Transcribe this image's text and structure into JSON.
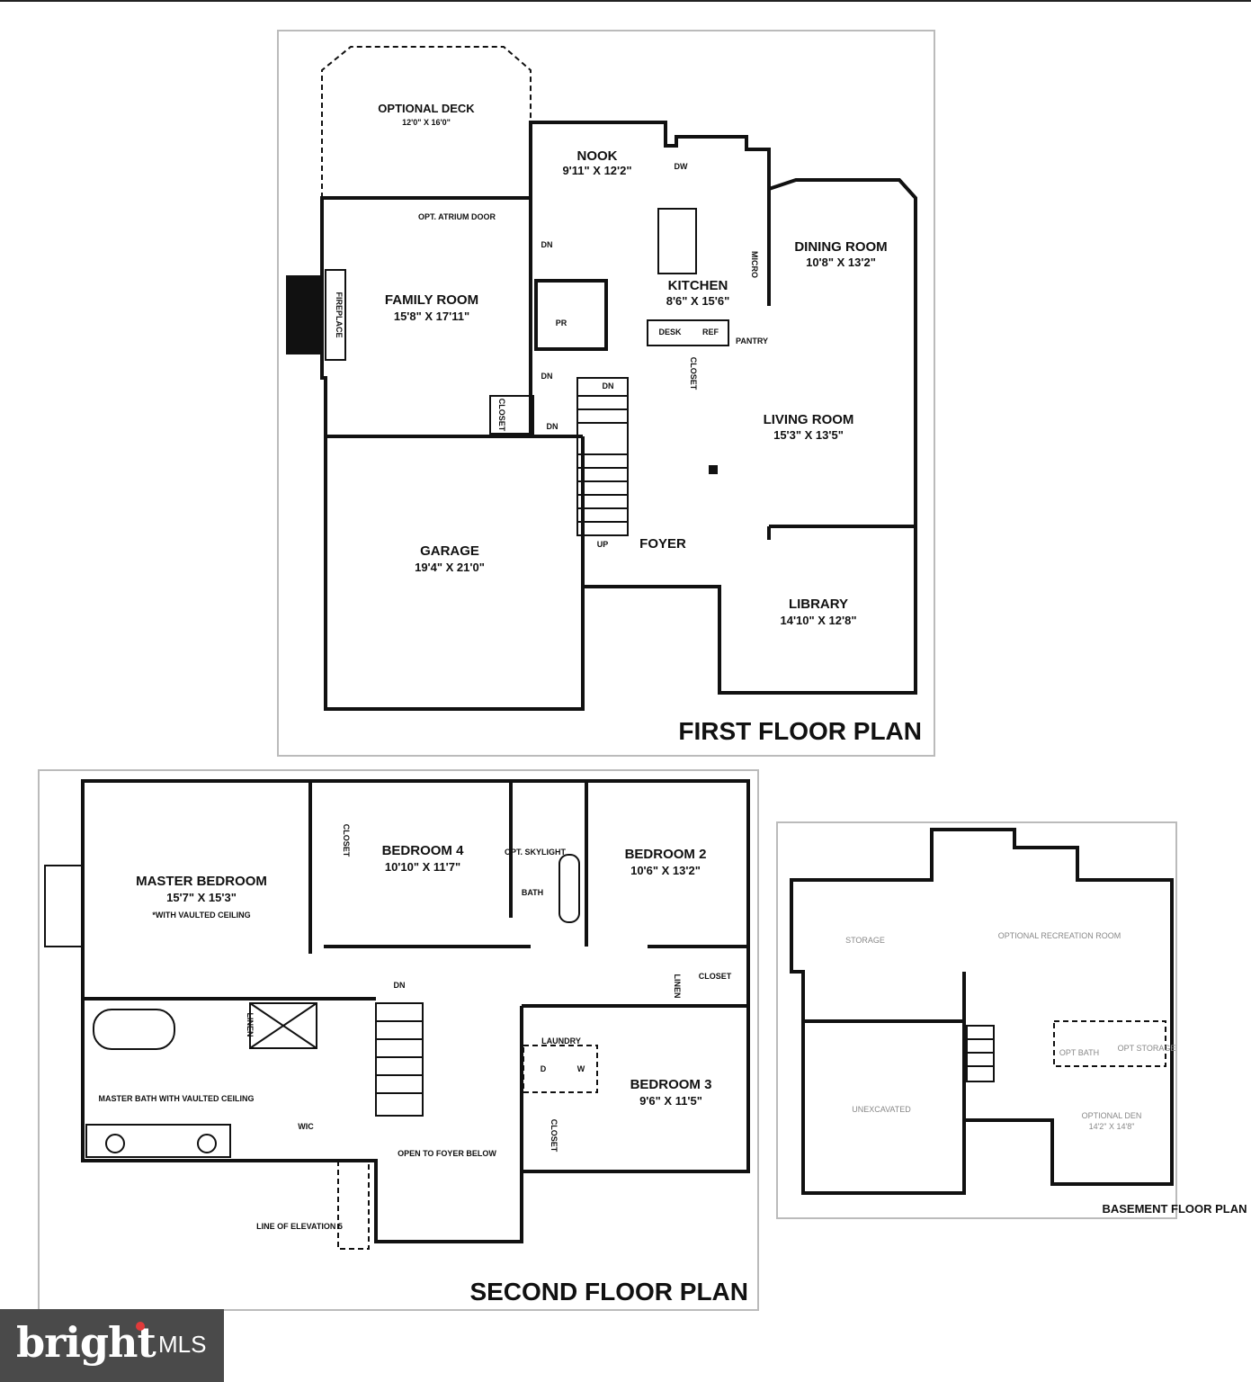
{
  "first_floor": {
    "title": "FIRST FLOOR PLAN",
    "rooms": {
      "deck_name": "OPTIONAL DECK",
      "deck_size": "12'0\" X 16'0\"",
      "nook_name": "NOOK",
      "nook_size": "9'11\" X 12'2\"",
      "atrium": "OPT. ATRIUM DOOR",
      "family_name": "FAMILY ROOM",
      "family_size": "15'8\" X 17'11\"",
      "fireplace": "FIREPLACE",
      "kitchen_name": "KITCHEN",
      "kitchen_size": "8'6\" X 15'6\"",
      "dining_name": "DINING ROOM",
      "dining_size": "10'8\" X 13'2\"",
      "pr": "PR",
      "desk": "DESK",
      "ref": "REF",
      "pantry": "PANTRY",
      "dw": "DW",
      "micro": "MICRO",
      "closet": "CLOSET",
      "living_name": "LIVING ROOM",
      "living_size": "15'3\" X 13'5\"",
      "garage_name": "GARAGE",
      "garage_size": "19'4\" X 21'0\"",
      "foyer": "FOYER",
      "library_name": "LIBRARY",
      "library_size": "14'10\" X 12'8\"",
      "dn": "DN",
      "up": "UP"
    }
  },
  "second_floor": {
    "title": "SECOND FLOOR PLAN",
    "rooms": {
      "master_name": "MASTER BEDROOM",
      "master_size": "15'7\" X 15'3\"",
      "master_note": "*WITH VAULTED CEILING",
      "bed4_name": "BEDROOM 4",
      "bed4_size": "10'10\" X 11'7\"",
      "bed2_name": "BEDROOM 2",
      "bed2_size": "10'6\" X 13'2\"",
      "bed3_name": "BEDROOM 3",
      "bed3_size": "9'6\" X 11'5\"",
      "bath": "BATH",
      "skylight": "OPT. SKYLIGHT",
      "closet": "CLOSET",
      "linen": "LINEN",
      "master_bath": "MASTER BATH WITH VAULTED CEILING",
      "wic": "WIC",
      "laundry": "LAUNDRY",
      "dryer": "D",
      "washer": "W",
      "open": "OPEN TO FOYER BELOW",
      "line": "LINE OF ELEVATION 5",
      "dn": "DN"
    }
  },
  "basement": {
    "title": "BASEMENT FLOOR PLAN",
    "rooms": {
      "storage": "STORAGE",
      "rec": "OPTIONAL RECREATION ROOM",
      "unexcavated": "UNEXCAVATED",
      "bath": "OPT BATH",
      "opt_storage": "OPT STORAGE",
      "den_name": "OPTIONAL DEN",
      "den_size": "14'2\" X 14'8\""
    }
  },
  "watermark": {
    "brand": "bright",
    "suffix": "MLS",
    "accent": "#e03a3a"
  }
}
